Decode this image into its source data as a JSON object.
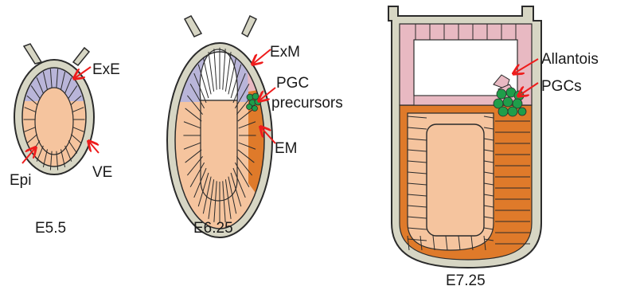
{
  "colors": {
    "ve": "#d7d6c4",
    "exe": "#b9b5d9",
    "epi": "#f5c49e",
    "em": "#df7a2a",
    "exm": "#e8b9c2",
    "pgc": "#1f9e4a",
    "outline": "#2b2b2b",
    "arrow": "#ee1c1c"
  },
  "embryos": [
    {
      "stage": "E5.5",
      "labels": [
        "ExE",
        "Epi",
        "VE"
      ]
    },
    {
      "stage": "E6.25",
      "labels": [
        "ExM",
        "PGC",
        "precursors",
        "EM"
      ]
    },
    {
      "stage": "E7.25",
      "labels": [
        "Allantois",
        "PGCs"
      ]
    }
  ]
}
